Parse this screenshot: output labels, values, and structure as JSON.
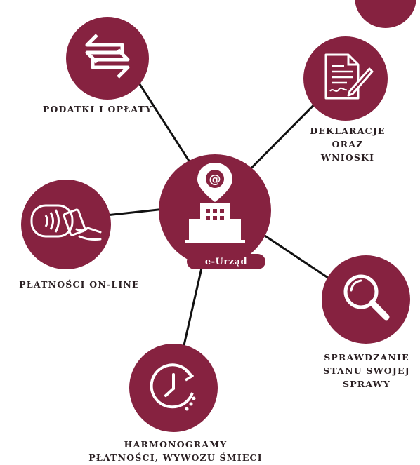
{
  "colors": {
    "node": "#862240",
    "line": "#111111",
    "icon": "#ffffff",
    "text": "#2a1f22"
  },
  "center": {
    "label": "e-Urząd",
    "icon": "building-with-at-pin-icon"
  },
  "nodes": [
    {
      "id": "podatki",
      "icon": "swap-arrows-icon",
      "lines": [
        "PODATKI I OPŁATY"
      ]
    },
    {
      "id": "deklaracje",
      "icon": "document-pen-icon",
      "lines": [
        "DEKLARACJE",
        "ORAZ",
        "WNIOSKI"
      ]
    },
    {
      "id": "platnosci",
      "icon": "contactless-card-icon",
      "lines": [
        "PŁATNOŚCI ON-LINE"
      ]
    },
    {
      "id": "sprawdzanie",
      "icon": "magnifier-icon",
      "lines": [
        "SPRAWDZANIE",
        "STANU SWOJEJ",
        "SPRAWY"
      ]
    },
    {
      "id": "harmonogramy",
      "icon": "clock-icon",
      "lines": [
        "HARMONOGRAMY",
        "PŁATNOŚCI, WYWOZU ŚMIECI"
      ]
    }
  ]
}
